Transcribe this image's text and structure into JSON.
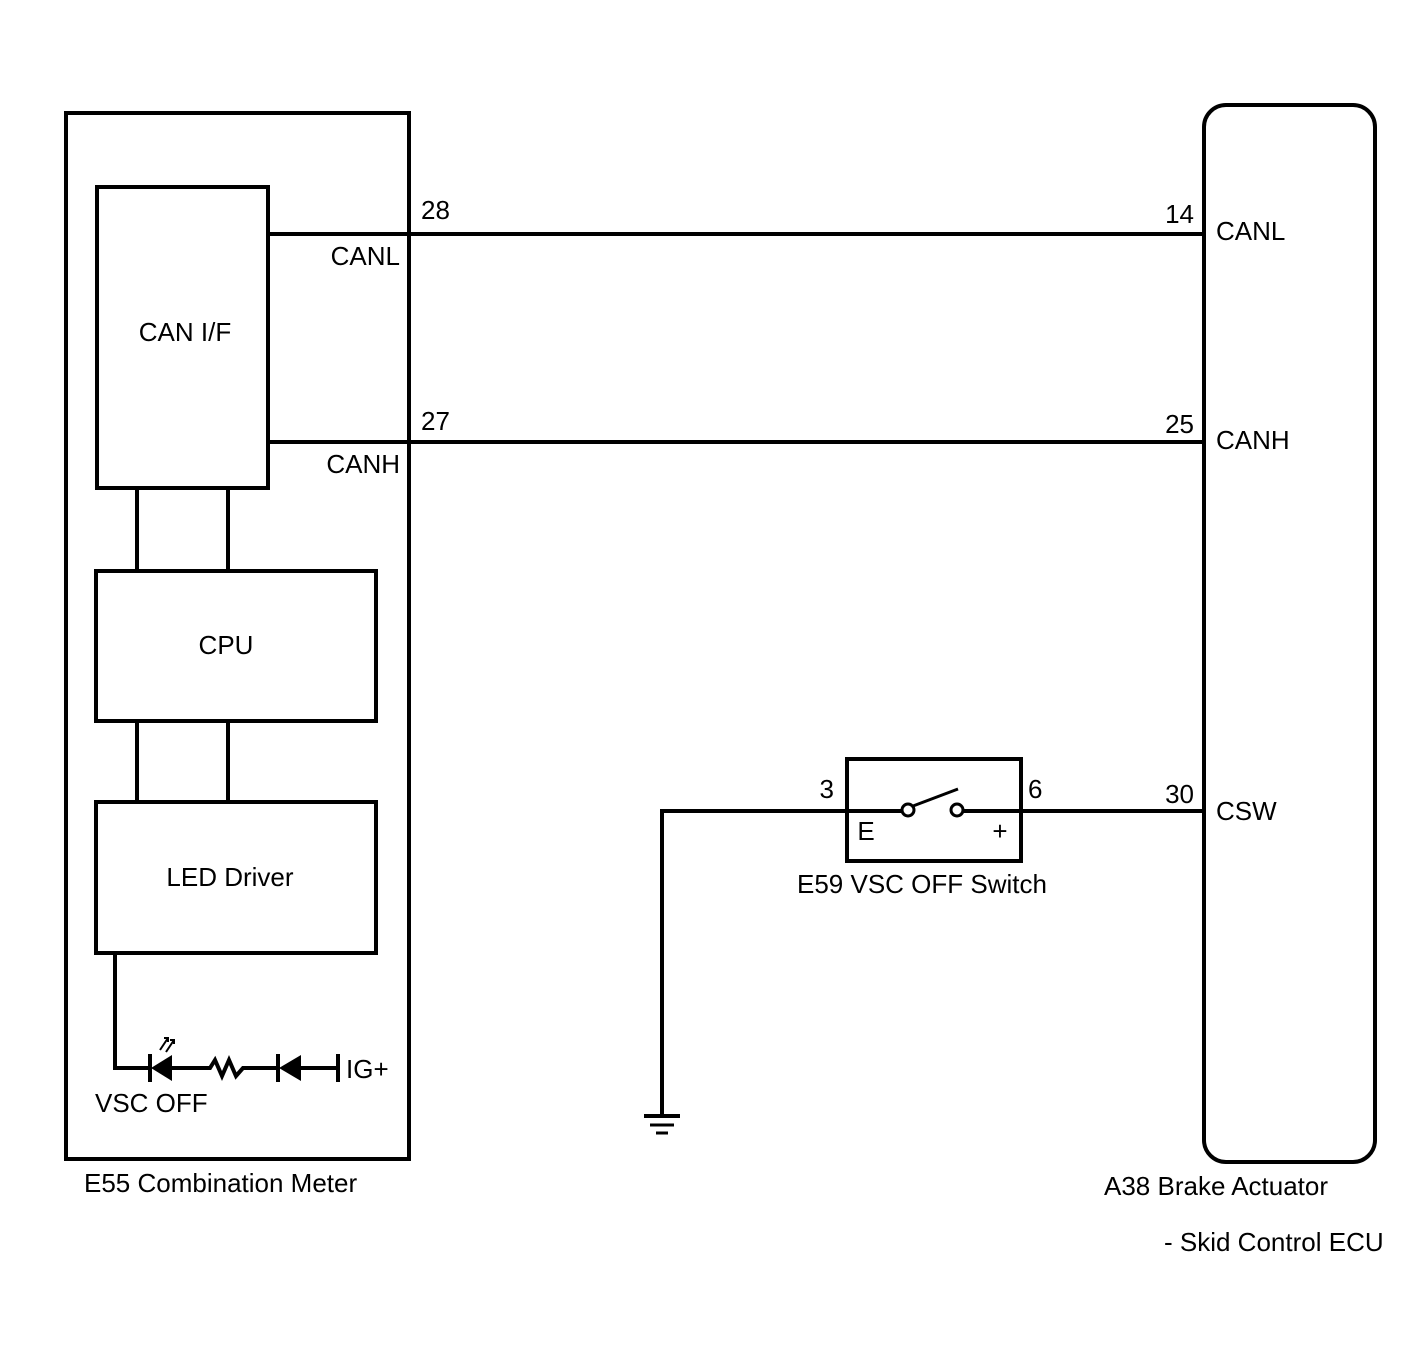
{
  "combination_meter": {
    "name": "E55  Combination Meter",
    "can_if": "CAN I/F",
    "cpu": "CPU",
    "led_driver": "LED Driver",
    "canl_label": "CANL",
    "canh_label": "CANH",
    "pin_canl": "28",
    "pin_canh": "27",
    "indicator_label": "VSC OFF",
    "ig_label": "IG+"
  },
  "brake_actuator": {
    "name": "A38 Brake Actuator",
    "name_line2": "- Skid Control ECU",
    "pin_canl": "14",
    "canl_label": "CANL",
    "pin_canh": "25",
    "canh_label": "CANH",
    "pin_csw": "30",
    "csw_label": "CSW"
  },
  "vsc_switch": {
    "name": "E59  VSC OFF Switch",
    "pin_e": "3",
    "pin_plus": "6",
    "e_label": "E",
    "plus_label": "+"
  }
}
